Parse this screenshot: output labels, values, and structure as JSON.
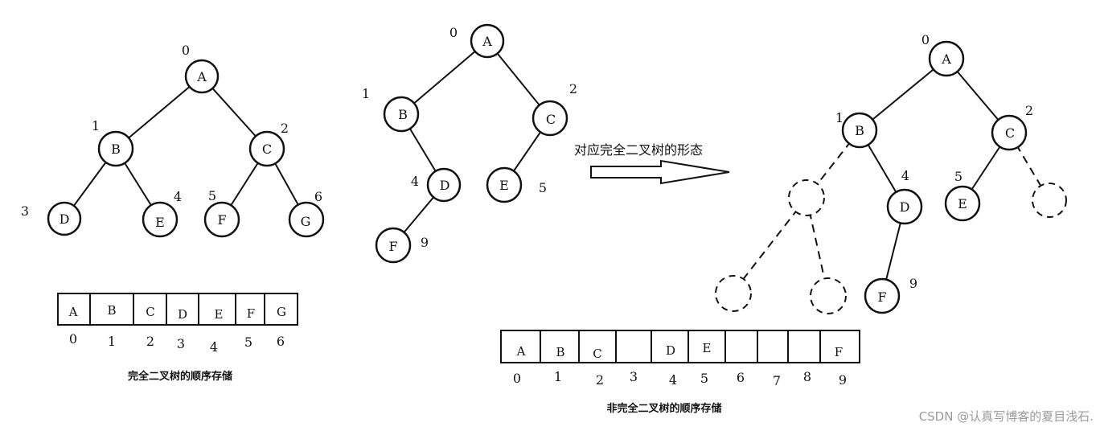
{
  "tree1": {
    "nodes": [
      {
        "label": "A",
        "index": "0"
      },
      {
        "label": "B",
        "index": "1"
      },
      {
        "label": "C",
        "index": "2"
      },
      {
        "label": "D",
        "index": "3"
      },
      {
        "label": "E",
        "index": "4"
      },
      {
        "label": "F",
        "index": "5"
      },
      {
        "label": "G",
        "index": "6"
      }
    ],
    "array_cells": [
      "A",
      "B",
      "C",
      "D",
      "E",
      "F",
      "G"
    ],
    "array_indices": [
      "0",
      "1",
      "2",
      "3",
      "4",
      "5",
      "6"
    ],
    "caption": "完全二叉树的顺序存储"
  },
  "tree2": {
    "nodes": [
      {
        "label": "A",
        "index": "0"
      },
      {
        "label": "B",
        "index": "1"
      },
      {
        "label": "C",
        "index": "2"
      },
      {
        "label": "D",
        "index": "4"
      },
      {
        "label": "E",
        "index": "5"
      },
      {
        "label": "F",
        "index": "9"
      }
    ]
  },
  "arrow": {
    "label": "对应完全二叉树的形态"
  },
  "tree3": {
    "nodes": [
      {
        "label": "A",
        "index": "0"
      },
      {
        "label": "B",
        "index": "1"
      },
      {
        "label": "C",
        "index": "2"
      },
      {
        "label": "D",
        "index": "4"
      },
      {
        "label": "E",
        "index": "5"
      },
      {
        "label": "F",
        "index": "9"
      }
    ]
  },
  "array2": {
    "cells": [
      "A",
      "B",
      "C",
      "",
      "D",
      "E",
      "",
      "",
      "",
      "F"
    ],
    "indices": [
      "0",
      "1",
      "2",
      "3",
      "4",
      "5",
      "6",
      "7",
      "8",
      "9"
    ],
    "caption": "非完全二叉树的顺序存储"
  },
  "watermark": "CSDN @认真写博客的夏目浅石."
}
